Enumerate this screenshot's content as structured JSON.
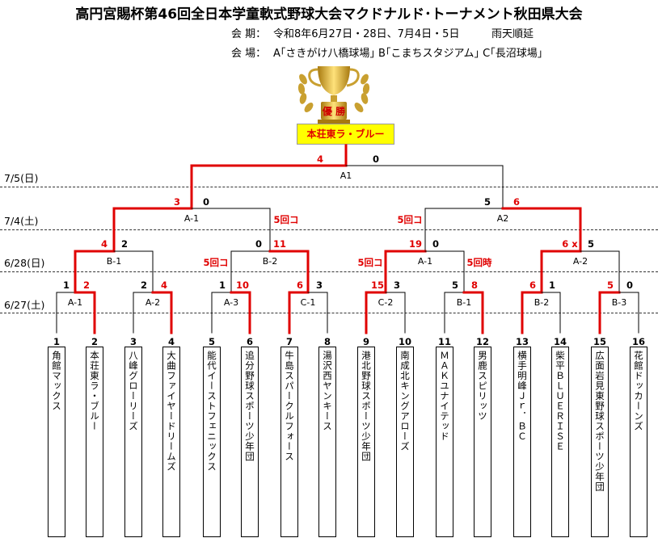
{
  "title": "高円宮賜杯第46回全日本学童軟式野球大会マクドナルド･トーナメント秋田県大会",
  "period_label": "会 期：",
  "period_value": "令和8年6月27日・28日、7月4日・5日",
  "rain_note": "雨天順延",
  "venue_label": "会 場：",
  "venue_value": "A｢さきがけ八橋球場｣ B｢こまちスタジアム｣ C｢長沼球場｣",
  "trophy_label": "優 勝",
  "champion": "本荘東ラ・ブルー",
  "dates": {
    "d1": "7/5(日)",
    "d2": "7/4(土)",
    "d3": "6/28(日)",
    "d4": "6/27(土)"
  },
  "colors": {
    "winner_line": "#e00000",
    "loser_line": "#000000",
    "champion_bg": "#ffff00",
    "trophy_gold": "#d4a017"
  },
  "matches": {
    "final": {
      "label": "A1",
      "left": "4",
      "right": "0"
    },
    "semi_left": {
      "label": "A-1",
      "left": "3",
      "right": "0"
    },
    "semi_right": {
      "label": "A2",
      "left": "5",
      "right": "6"
    },
    "qf1": {
      "label": "B-1",
      "left": "4",
      "right": "2"
    },
    "qf2": {
      "label": "B-2",
      "left": "0",
      "right": "11",
      "note": "5回コ"
    },
    "qf3": {
      "label": "A-1",
      "left": "19",
      "right": "0",
      "note_left": "5回コ",
      "note_right": "5回時"
    },
    "qf4": {
      "label": "A-2",
      "left": "6 x",
      "right": "5"
    },
    "r1_1": {
      "label": "A-1",
      "left": "1",
      "right": "2"
    },
    "r1_2": {
      "label": "A-2",
      "left": "2",
      "right": "4"
    },
    "r1_3": {
      "label": "A-3",
      "left": "1",
      "right": "10"
    },
    "r1_4": {
      "label": "C-1",
      "left": "6",
      "right": "3"
    },
    "r1_5": {
      "label": "C-2",
      "left": "15",
      "right": "3"
    },
    "r1_6": {
      "label": "B-1",
      "left": "5",
      "right": "8"
    },
    "r1_7": {
      "label": "B-2",
      "left": "6",
      "right": "1"
    },
    "r1_8": {
      "label": "B-3",
      "left": "5",
      "right": "0"
    },
    "semi_left_note": "5回コ",
    "semi_right_note": "5回コ"
  },
  "teams": [
    {
      "num": "1",
      "name": "角館マックス"
    },
    {
      "num": "2",
      "name": "本荘東ラ・ブルー"
    },
    {
      "num": "3",
      "name": "八峰グローリーズ"
    },
    {
      "num": "4",
      "name": "大曲ファイヤードリームズ"
    },
    {
      "num": "5",
      "name": "能代イーストフェニックス"
    },
    {
      "num": "6",
      "name": "追分野球スポーツ少年団"
    },
    {
      "num": "7",
      "name": "牛島スパークルフォース"
    },
    {
      "num": "8",
      "name": "湯沢西ヤンキース"
    },
    {
      "num": "9",
      "name": "港北野球スポーツ少年団"
    },
    {
      "num": "10",
      "name": "南成北キングアローズ"
    },
    {
      "num": "11",
      "name": "ＭＡＫユナイテッド"
    },
    {
      "num": "12",
      "name": "男鹿スピリッツ"
    },
    {
      "num": "13",
      "name": "横手明峰Ｊｒ．ＢＣ"
    },
    {
      "num": "14",
      "name": "柴平ＢＬＵＥＲＩＳＥ"
    },
    {
      "num": "15",
      "name": "広面岩見東野球スポーツ少年団"
    },
    {
      "num": "16",
      "name": "花館ドッカーンズ"
    }
  ]
}
